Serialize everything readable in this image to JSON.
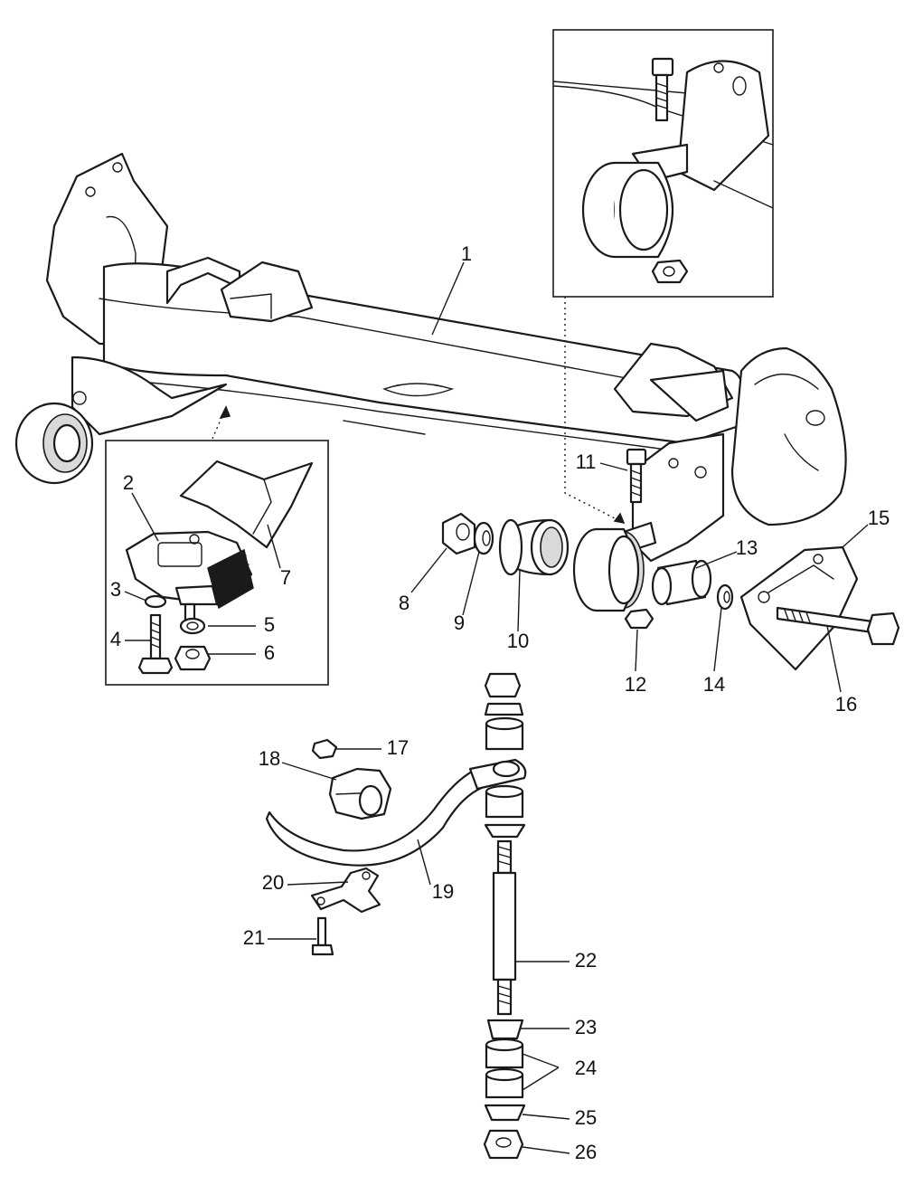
{
  "diagram": {
    "callouts": [
      "1",
      "2",
      "3",
      "4",
      "5",
      "6",
      "7",
      "8",
      "9",
      "10",
      "11",
      "12",
      "13",
      "14",
      "15",
      "16",
      "17",
      "18",
      "19",
      "20",
      "21",
      "22",
      "23",
      "24",
      "25",
      "26"
    ]
  },
  "colors": {
    "ink": "#1a1a1a",
    "background": "#ffffff",
    "shade": "#d9d9d9"
  }
}
